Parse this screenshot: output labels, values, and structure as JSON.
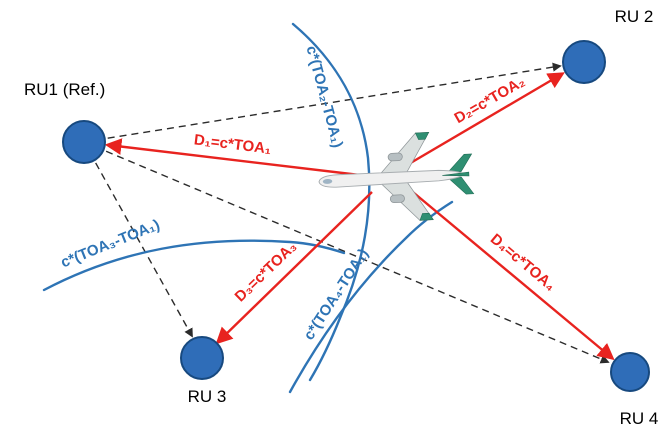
{
  "figure": {
    "nodes": {
      "ru1": {
        "label": "RU1 (Ref.)"
      },
      "ru2": {
        "label": "RU 2"
      },
      "ru3": {
        "label": "RU 3"
      },
      "ru4": {
        "label": "RU 4"
      }
    },
    "distances": {
      "d1": {
        "label": "D₁=c*TOA₁"
      },
      "d2": {
        "label": "D₂=c*TOA₂"
      },
      "d3": {
        "label": "D₃=c*TOA₃"
      },
      "d4": {
        "label": "D₄=c*TOA₄"
      }
    },
    "hyperbolas": {
      "h2": {
        "label": "c*(TOA₂-TOA₁)"
      },
      "h3": {
        "label": "c*(TOA₃-TOA₁)"
      },
      "h4": {
        "label": "c*(TOA₄-TOA₁)"
      }
    },
    "colors": {
      "node_fill": "#2f6db8",
      "node_stroke": "#17497f",
      "distance_color": "#e8231f",
      "hyperbola_color": "#2e74b5",
      "baseline_color": "#2b2b2b",
      "label_color": "#000000"
    },
    "icons": {
      "aircraft": "airplane-top-view"
    }
  }
}
